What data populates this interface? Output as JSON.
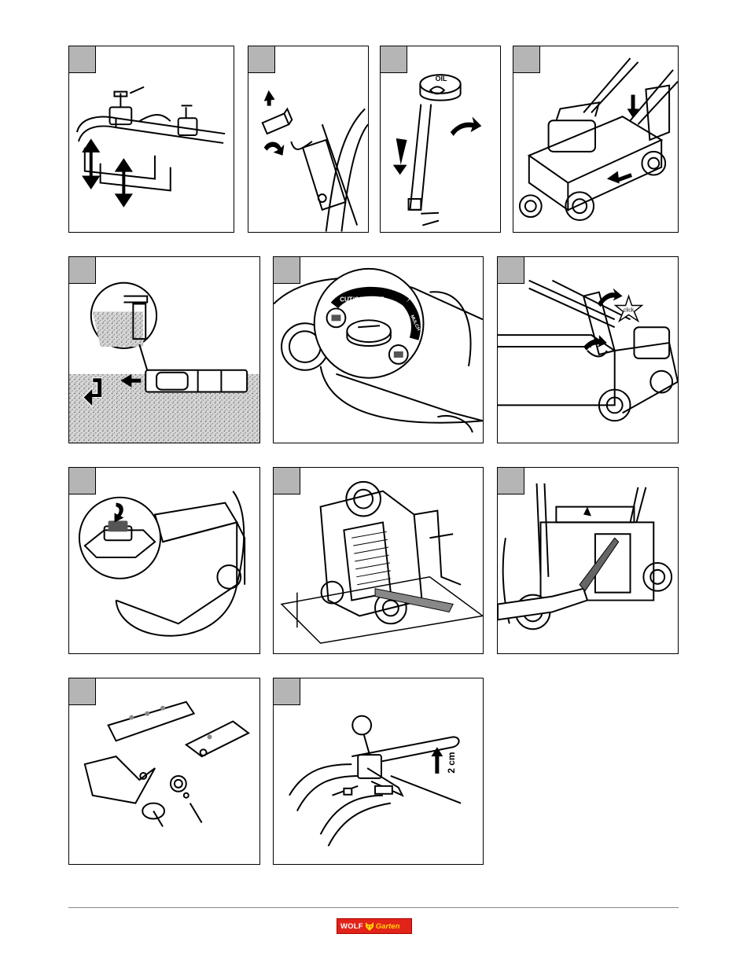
{
  "figures": {
    "dial_cut_label": "CUT/COLLECT",
    "dial_mulch_label": "MULCH",
    "click_label": "click",
    "oil_label": "OIL",
    "measure_label": "2 cm"
  },
  "footer": {
    "logo_left": "WOLF",
    "logo_right": "Garten"
  },
  "colors": {
    "tag_gray": "#b5b5b5",
    "brand_red": "#e2231a",
    "brand_yellow": "#ffd400"
  }
}
